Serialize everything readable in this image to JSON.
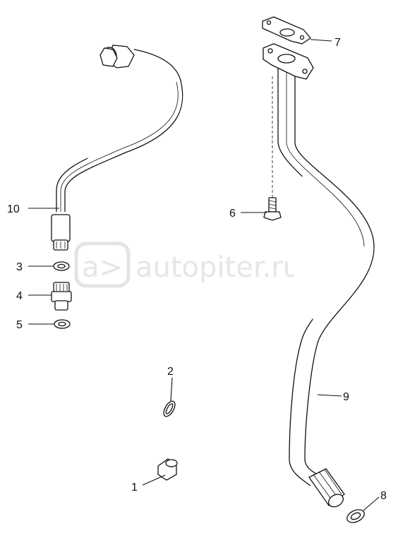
{
  "watermark": {
    "text": "autopiter.ru",
    "logo_glyph": "a>"
  },
  "callouts": [
    {
      "id": "1",
      "label": "1"
    },
    {
      "id": "2",
      "label": "2"
    },
    {
      "id": "3",
      "label": "3"
    },
    {
      "id": "4",
      "label": "4"
    },
    {
      "id": "5",
      "label": "5"
    },
    {
      "id": "6",
      "label": "6"
    },
    {
      "id": "7",
      "label": "7"
    },
    {
      "id": "8",
      "label": "8"
    },
    {
      "id": "9",
      "label": "9"
    },
    {
      "id": "10",
      "label": "10"
    }
  ]
}
